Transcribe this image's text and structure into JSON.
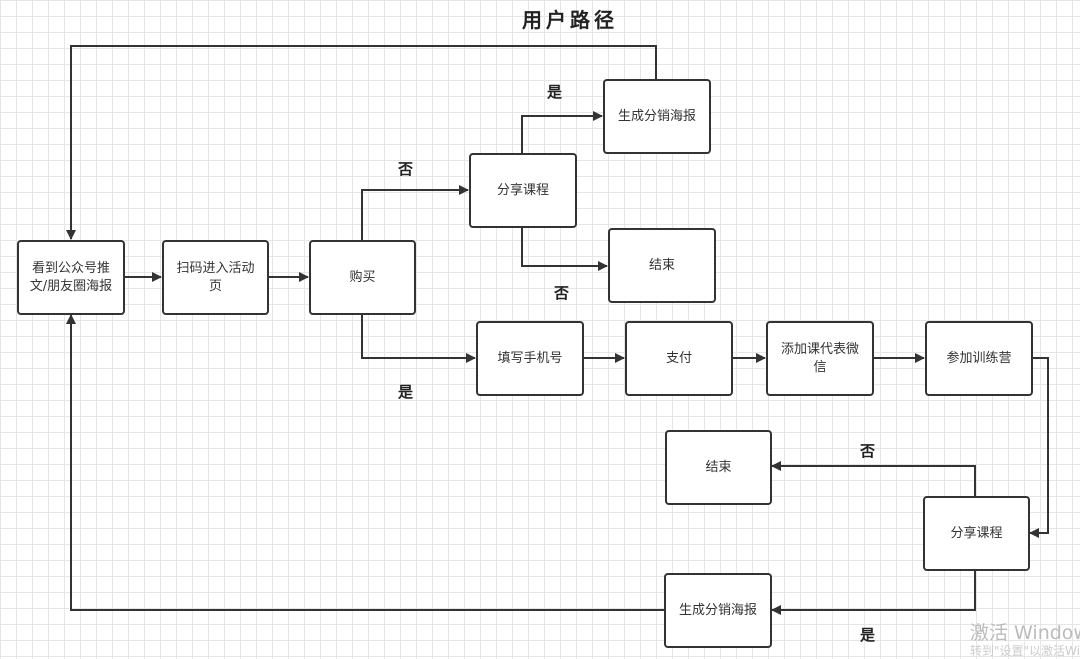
{
  "title": "用户路径",
  "nodes": {
    "see_post": "看到公众号推文/朋友圈海报",
    "scan": "扫码进入活动页",
    "buy": "购买",
    "share_top": "分享课程",
    "poster_top": "生成分销海报",
    "end_top": "结束",
    "phone": "填写手机号",
    "pay": "支付",
    "add_wechat": "添加课代表微信",
    "join": "参加训练营",
    "end_bottom": "结束",
    "share_bottom": "分享课程",
    "poster_bottom": "生成分销海报"
  },
  "labels": {
    "yes": "是",
    "no": "否"
  },
  "watermark": {
    "line1": "激活 Windows",
    "line2": "转到\"设置\"以激活Windows。"
  }
}
